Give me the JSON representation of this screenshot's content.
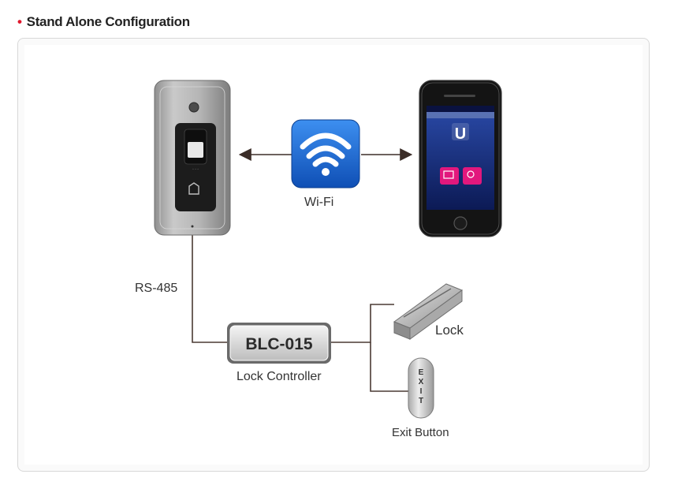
{
  "section": {
    "title": "Stand Alone Configuration"
  },
  "diagram": {
    "wifi_label": "Wi-Fi",
    "rs485_label": "RS-485",
    "controller_model": "BLC-015",
    "controller_label": "Lock Controller",
    "lock_label": "Lock",
    "exit_button_label": "Exit Button",
    "exit_button_text": "EXIT",
    "phone_app_letter": "U",
    "colors": {
      "bullet": "#e0182d",
      "wire": "#4a3a34",
      "wifi_tile": "#1d6ed8",
      "phone_screen": "#1a2f7a",
      "app_tile": "#e2187d"
    }
  }
}
